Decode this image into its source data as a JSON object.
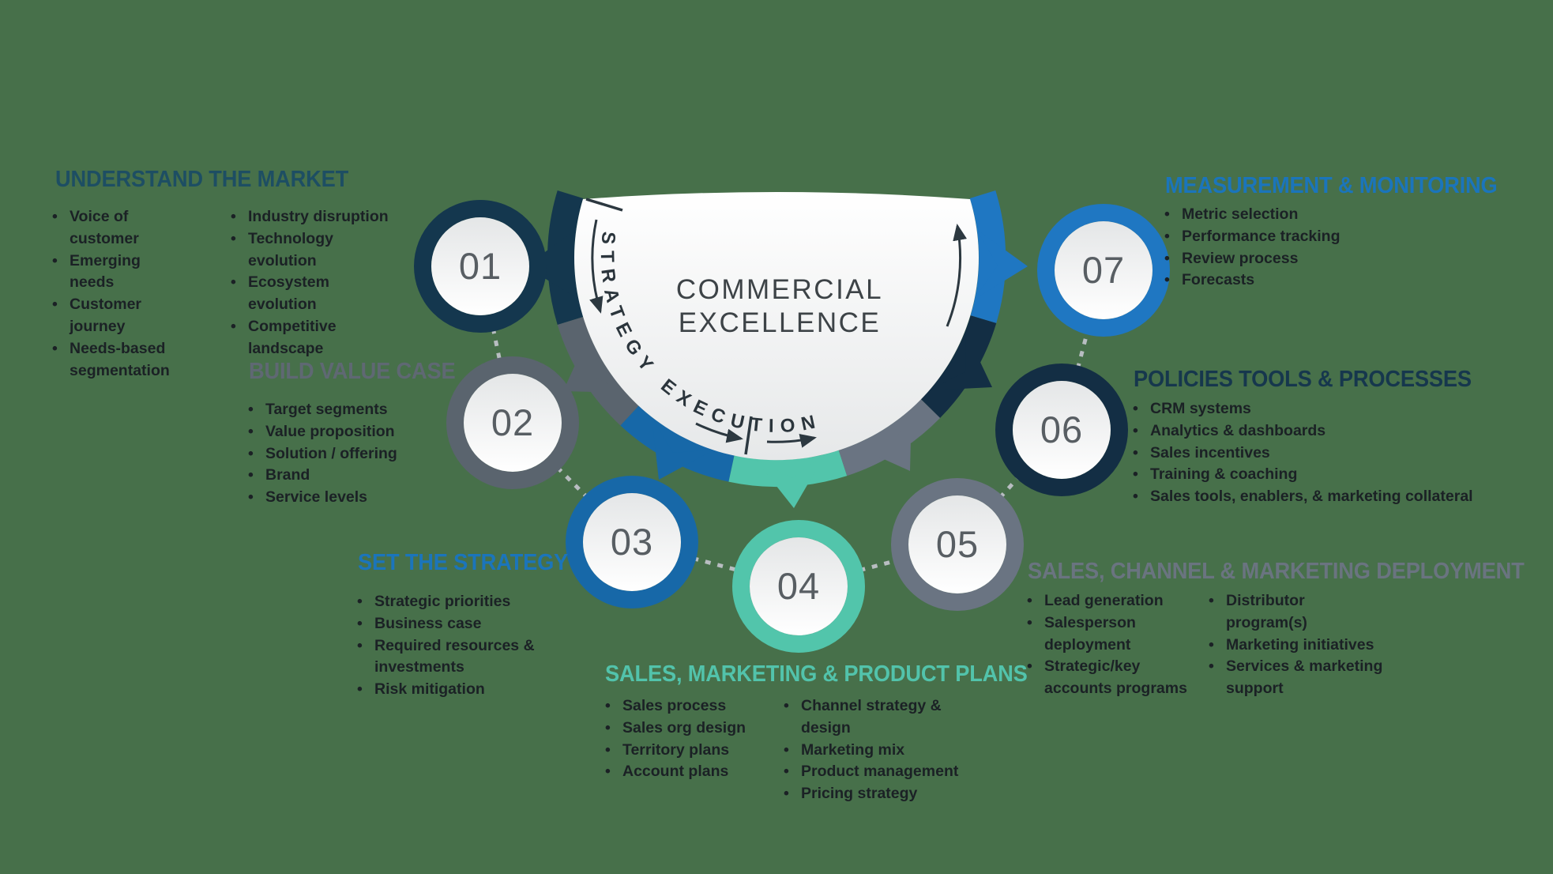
{
  "background_color": "#47704a",
  "center": {
    "title_lines": [
      "COMMERCIAL",
      "EXCELLENCE"
    ],
    "left_arc_label": "STRATEGY",
    "right_arc_label": "EXECUTION"
  },
  "circles": [
    {
      "number": "01",
      "color": "#14374e"
    },
    {
      "number": "02",
      "color": "#5a646e"
    },
    {
      "number": "03",
      "color": "#1768a8"
    },
    {
      "number": "04",
      "color": "#52c5ab"
    },
    {
      "number": "05",
      "color": "#6a7482"
    },
    {
      "number": "06",
      "color": "#132e44"
    },
    {
      "number": "07",
      "color": "#1f77c2"
    }
  ],
  "sections": [
    {
      "title": "UNDERSTAND THE MARKET",
      "accent": "#1d4e63",
      "columns": [
        [
          "Voice of customer",
          "Emerging needs",
          "Customer journey",
          "Needs-based segmentation"
        ],
        [
          "Industry disruption",
          "Technology evolution",
          "Ecosystem evolution",
          "Competitive landscape"
        ]
      ]
    },
    {
      "title": "BUILD VALUE CASE",
      "accent": "#5f6873",
      "columns": [
        [
          "Target segments",
          "Value proposition",
          "Solution / offering",
          "Brand",
          "Service levels"
        ]
      ]
    },
    {
      "title": "SET THE STRATEGY",
      "accent": "#1b75bb",
      "columns": [
        [
          "Strategic priorities",
          "Business case",
          "Required resources & investments",
          "Risk mitigation"
        ]
      ]
    },
    {
      "title": "SALES, MARKETING & PRODUCT PLANS",
      "accent": "#52c3ab",
      "columns": [
        [
          "Sales process",
          "Sales org design",
          "Territory plans",
          "Account plans"
        ],
        [
          "Channel strategy & design",
          "Marketing mix",
          "Product management",
          "Pricing strategy"
        ]
      ]
    },
    {
      "title": "SALES, CHANNEL & MARKETING DEPLOYMENT",
      "accent": "#6a7480",
      "columns": [
        [
          "Lead generation",
          "Salesperson deployment",
          "Strategic/key accounts programs"
        ],
        [
          "Distributor program(s)",
          "Marketing initiatives",
          "Services & marketing support"
        ]
      ]
    },
    {
      "title": "POLICIES TOOLS & PROCESSES",
      "accent": "#16374d",
      "columns": [
        [
          "CRM systems",
          "Analytics & dashboards",
          "Sales incentives",
          "Training & coaching",
          "Sales tools, enablers, & marketing collateral"
        ]
      ]
    },
    {
      "title": "MEASUREMENT & MONITORING",
      "accent": "#1b75bb",
      "columns": [
        [
          "Metric selection",
          "Performance tracking",
          "Review process",
          "Forecasts"
        ]
      ]
    }
  ]
}
